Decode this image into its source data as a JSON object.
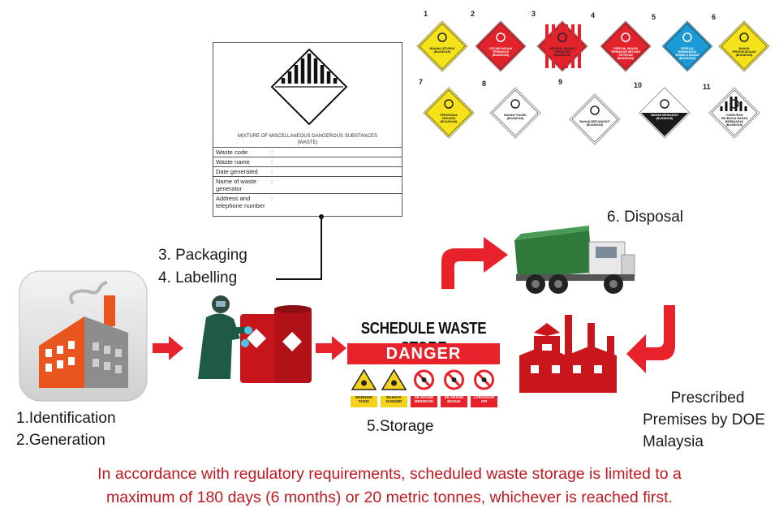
{
  "label_form": {
    "title_line1": "MIXTURE OF MISCELLANEOUS DANGEROUS SUBSTANCES",
    "title_line2": "(WASTE)",
    "fields": [
      {
        "label": "Waste code",
        "sep": ":"
      },
      {
        "label": "Waste name",
        "sep": ":"
      },
      {
        "label": "Date generated",
        "sep": ":"
      },
      {
        "label": "Name of waste generator",
        "sep": ":"
      },
      {
        "label": "Address and telephone number",
        "sep": ":"
      }
    ]
  },
  "hazard_labels": [
    {
      "num": "1",
      "text": "BAHAN LETUPAN (BUANGAN)",
      "color": "#f5e21b"
    },
    {
      "num": "2",
      "text": "CECAIR MUDAH TERBAKAR (BUANGAN)",
      "color": "#e3232b"
    },
    {
      "num": "3",
      "text": "PEPEJAL MUDAH TERBAKAR (BUANGAN)",
      "color": "#e3232b"
    },
    {
      "num": "4",
      "text": "PEPEJAL BOLEH TERBAKAR SECARA SPONTAN (BUANGAN)",
      "color": "#e3232b"
    },
    {
      "num": "5",
      "text": "PEPEJAL BERBAHAYA APABILA BASAH (BUANGAN)",
      "color": "#1b9ad6"
    },
    {
      "num": "6",
      "text": "BAHAN PENGOKSIDAAN (BUANGAN)",
      "color": "#f5e21b"
    },
    {
      "num": "7",
      "text": "PEROKSIDA ORGANIK (BUANGAN)",
      "color": "#f5e21b"
    },
    {
      "num": "8",
      "text": "BAHAN TOKSIK (BUANGAN)",
      "color": "#ffffff"
    },
    {
      "num": "9",
      "text": "BAHAN BERJANGKIT (BUANGAN)",
      "color": "#ffffff"
    },
    {
      "num": "10",
      "text": "BAHAN MENGAKIS (BUANGAN)",
      "color": "#ffffff"
    },
    {
      "num": "11",
      "text": "CAMPURAN PELBAGAI BAHAN BERBAHAYA (BUANGAN)",
      "color": "#ffffff"
    }
  ],
  "steps": {
    "identification": "1.Identification",
    "generation": "2.Generation",
    "packaging": "3. Packaging",
    "labelling": "4. Labelling",
    "storage": "5.Storage",
    "disposal": "6. Disposal",
    "prescribed_1": "Prescribed",
    "prescribed_2": "Premises by DOE",
    "prescribed_3": "Malaysia"
  },
  "store_sign": {
    "title": "SCHEDULE WASTE STORE",
    "danger": "DANGER",
    "icons": [
      {
        "caption": "WARNING TOXIC"
      },
      {
        "caption": "BAHAYA DANGER"
      },
      {
        "caption": "DILARANG MEROKOK"
      },
      {
        "caption": "DILARANG MASUK"
      },
      {
        "caption": "LARANGAN API"
      }
    ]
  },
  "note": {
    "line1": "In accordance with regulatory requirements, scheduled waste storage is limited to a",
    "line2": "maximum of 180 days (6 months) or 20 metric tonnes, whichever is reached first."
  },
  "colors": {
    "arrow_red": "#e8222a",
    "note_red": "#c0191f",
    "factory_orange": "#e8551e",
    "plant_red": "#c9151c",
    "truck_green": "#2f7a3a"
  }
}
